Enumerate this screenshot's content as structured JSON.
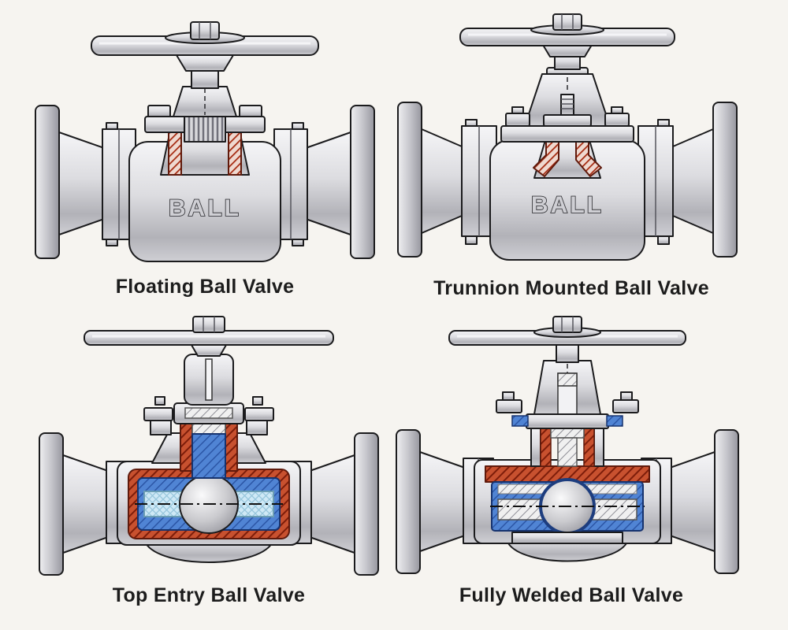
{
  "figure": {
    "background": "#f6f4f0",
    "valves": [
      {
        "id": "floating",
        "label": "Floating Ball Valve",
        "view": "exterior",
        "body_marking": "BALL"
      },
      {
        "id": "trunnion",
        "label": "Trunnion Mounted Ball Valve",
        "view": "exterior",
        "body_marking": "BALL"
      },
      {
        "id": "top-entry",
        "label": "Top Entry Ball Valve",
        "view": "cross-section"
      },
      {
        "id": "fully-welded",
        "label": "Fully Welded Ball Valve",
        "view": "cross-section"
      }
    ],
    "colors": {
      "background": "#f6f4f0",
      "metal_light": "#f5f5f7",
      "metal_mid": "#c6c6cc",
      "metal_dark": "#97979f",
      "outline": "#1b1b1d",
      "seal_red": "#c8512f",
      "seal_red_hatch": "#7d1d0a",
      "liner_blue": "#5084d4",
      "liner_blue_hatch": "#2c56a6",
      "seat_light_blue": "#cfe9f6",
      "label_text": "#1c1c1c"
    }
  }
}
